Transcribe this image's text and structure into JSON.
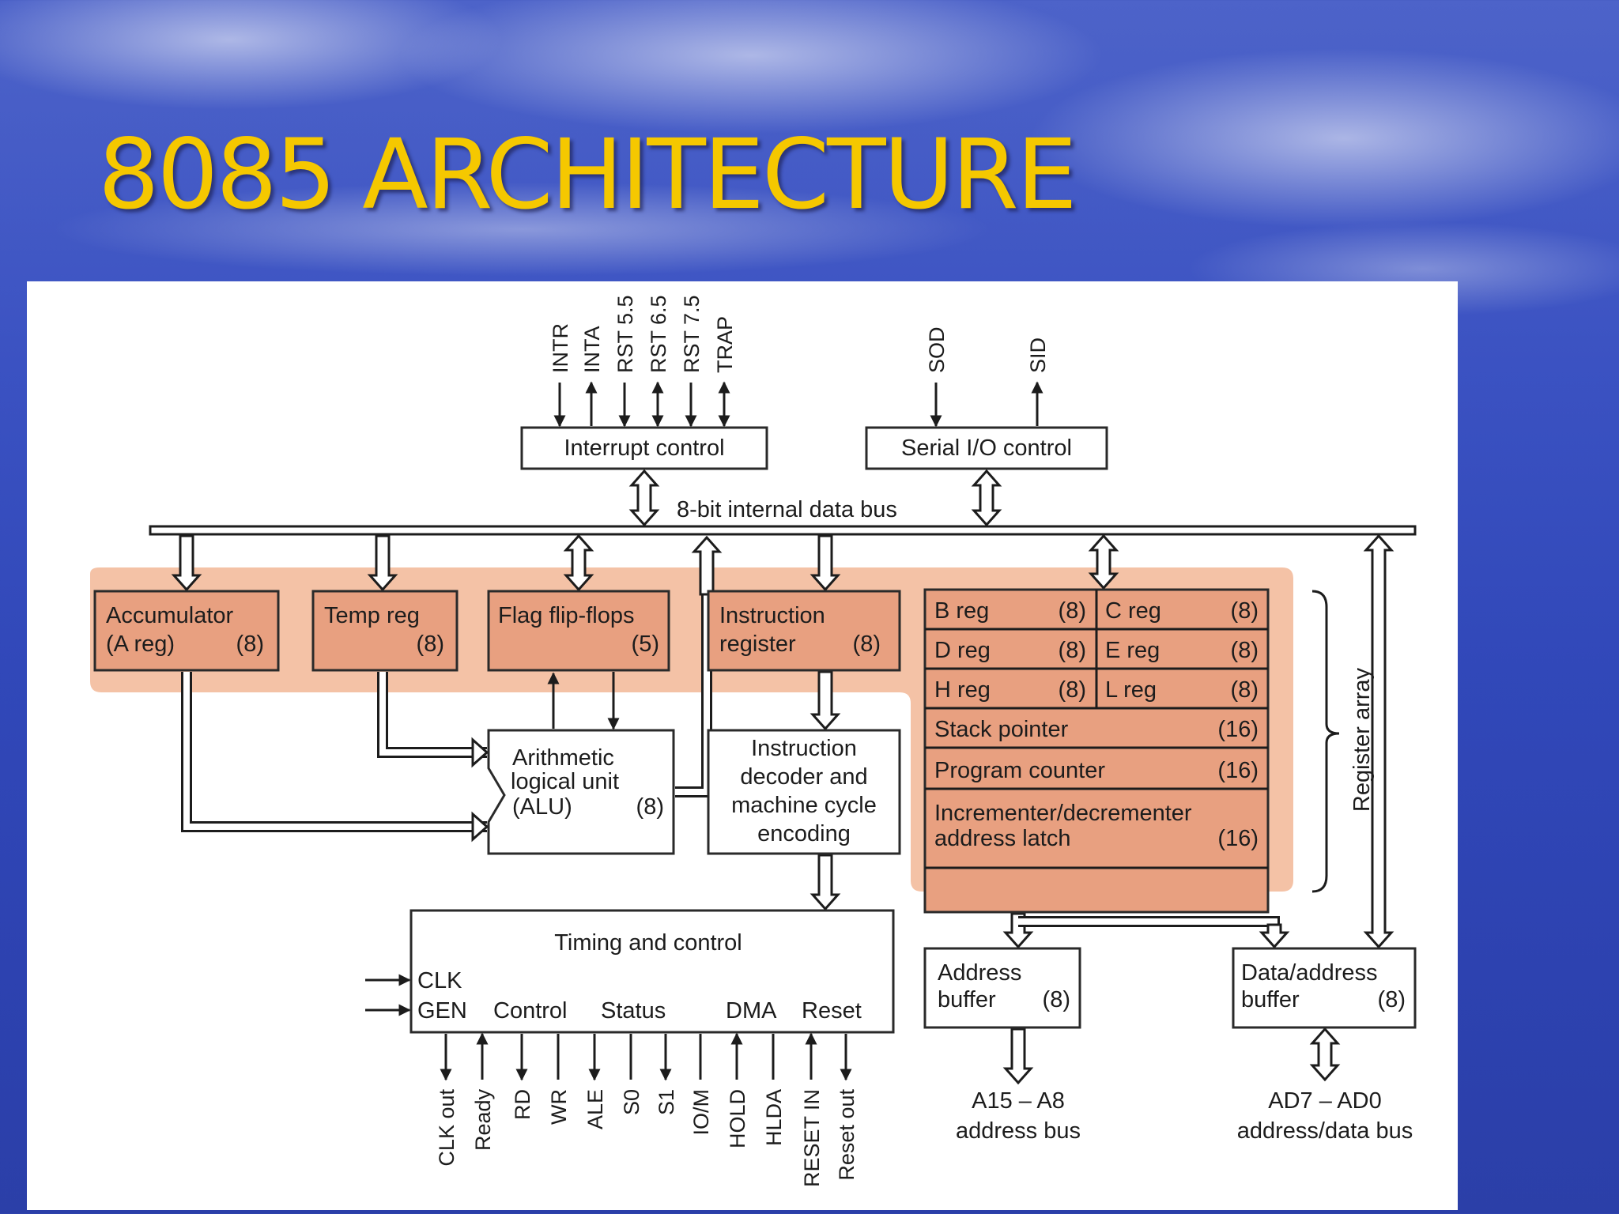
{
  "slide": {
    "title": "8085 ARCHITECTURE"
  },
  "colors": {
    "title": "#f5c800",
    "register_fill": "#e8a080",
    "highlight": "#f4c2a6"
  },
  "diagram": {
    "interrupt_pins": [
      "INTR",
      "INTA",
      "RST 5.5",
      "RST 6.5",
      "RST 7.5",
      "TRAP"
    ],
    "serial_pins": [
      "SOD",
      "SID"
    ],
    "interrupt_control": "Interrupt control",
    "serial_io_control": "Serial I/O control",
    "bus_label": "8-bit internal data bus",
    "accumulator": {
      "line1": "Accumulator",
      "line2": "(A reg)",
      "size": "(8)"
    },
    "temp_reg": {
      "line1": "Temp reg",
      "size": "(8)"
    },
    "flag_flipflops": {
      "line1": "Flag flip-flops",
      "size": "(5)"
    },
    "instruction_register": {
      "line1": "Instruction",
      "line2": "register",
      "size": "(8)"
    },
    "registers": [
      {
        "name": "B reg",
        "size": "(8)"
      },
      {
        "name": "C reg",
        "size": "(8)"
      },
      {
        "name": "D reg",
        "size": "(8)"
      },
      {
        "name": "E reg",
        "size": "(8)"
      },
      {
        "name": "H reg",
        "size": "(8)"
      },
      {
        "name": "L reg",
        "size": "(8)"
      }
    ],
    "stack_pointer": {
      "name": "Stack pointer",
      "size": "(16)"
    },
    "program_counter": {
      "name": "Program counter",
      "size": "(16)"
    },
    "inc_dec_latch": {
      "line1": "Incrementer/decrementer",
      "line2": "address latch",
      "size": "(16)"
    },
    "register_array_label": "Register array",
    "alu": {
      "line1": "Arithmetic",
      "line2": "logical unit",
      "line3": "(ALU)",
      "size": "(8)"
    },
    "decoder": {
      "line1": "Instruction",
      "line2": "decoder and",
      "line3": "machine cycle",
      "line4": "encoding"
    },
    "timing": {
      "title": "Timing and control",
      "clk": "CLK",
      "gen": "GEN",
      "control": "Control",
      "status": "Status",
      "dma": "DMA",
      "reset": "Reset"
    },
    "timing_pins": [
      "CLK out",
      "Ready",
      "RD",
      "WR",
      "ALE",
      "S0",
      "S1",
      "IO/M",
      "HOLD",
      "HLDA",
      "RESET IN",
      "Reset out"
    ],
    "address_buffer": {
      "line1": "Address",
      "line2": "buffer",
      "size": "(8)"
    },
    "data_address_buffer": {
      "line1": "Data/address",
      "line2": "buffer",
      "size": "(8)"
    },
    "address_bus": {
      "line1": "A15 – A8",
      "line2": "address bus"
    },
    "data_bus": {
      "line1": "AD7 – AD0",
      "line2": "address/data bus"
    }
  }
}
